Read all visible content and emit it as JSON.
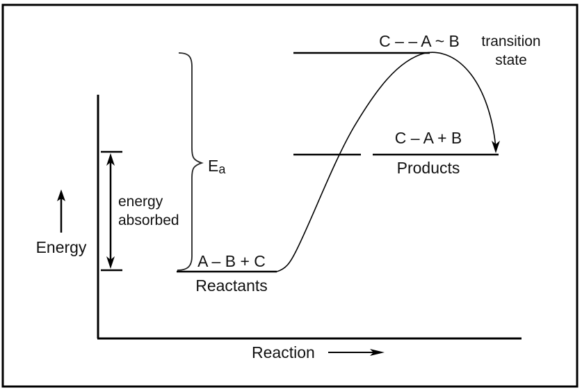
{
  "diagram": {
    "type": "energy-level-diagram",
    "y_axis_label": "Energy",
    "x_axis_label": "Reaction",
    "transition_state": {
      "formula": "C – – A ~ B",
      "label_line1": "transition",
      "label_line2": "state"
    },
    "products": {
      "formula": "C – A + B",
      "label": "Products"
    },
    "reactants": {
      "formula": "A – B + C",
      "label": "Reactants"
    },
    "activation_energy": {
      "symbol": "E",
      "subscript": "a"
    },
    "energy_absorbed": {
      "line1": "energy",
      "line2": "absorbed"
    },
    "colors": {
      "line": "#000000",
      "text": "#111111",
      "background": "#ffffff"
    }
  }
}
